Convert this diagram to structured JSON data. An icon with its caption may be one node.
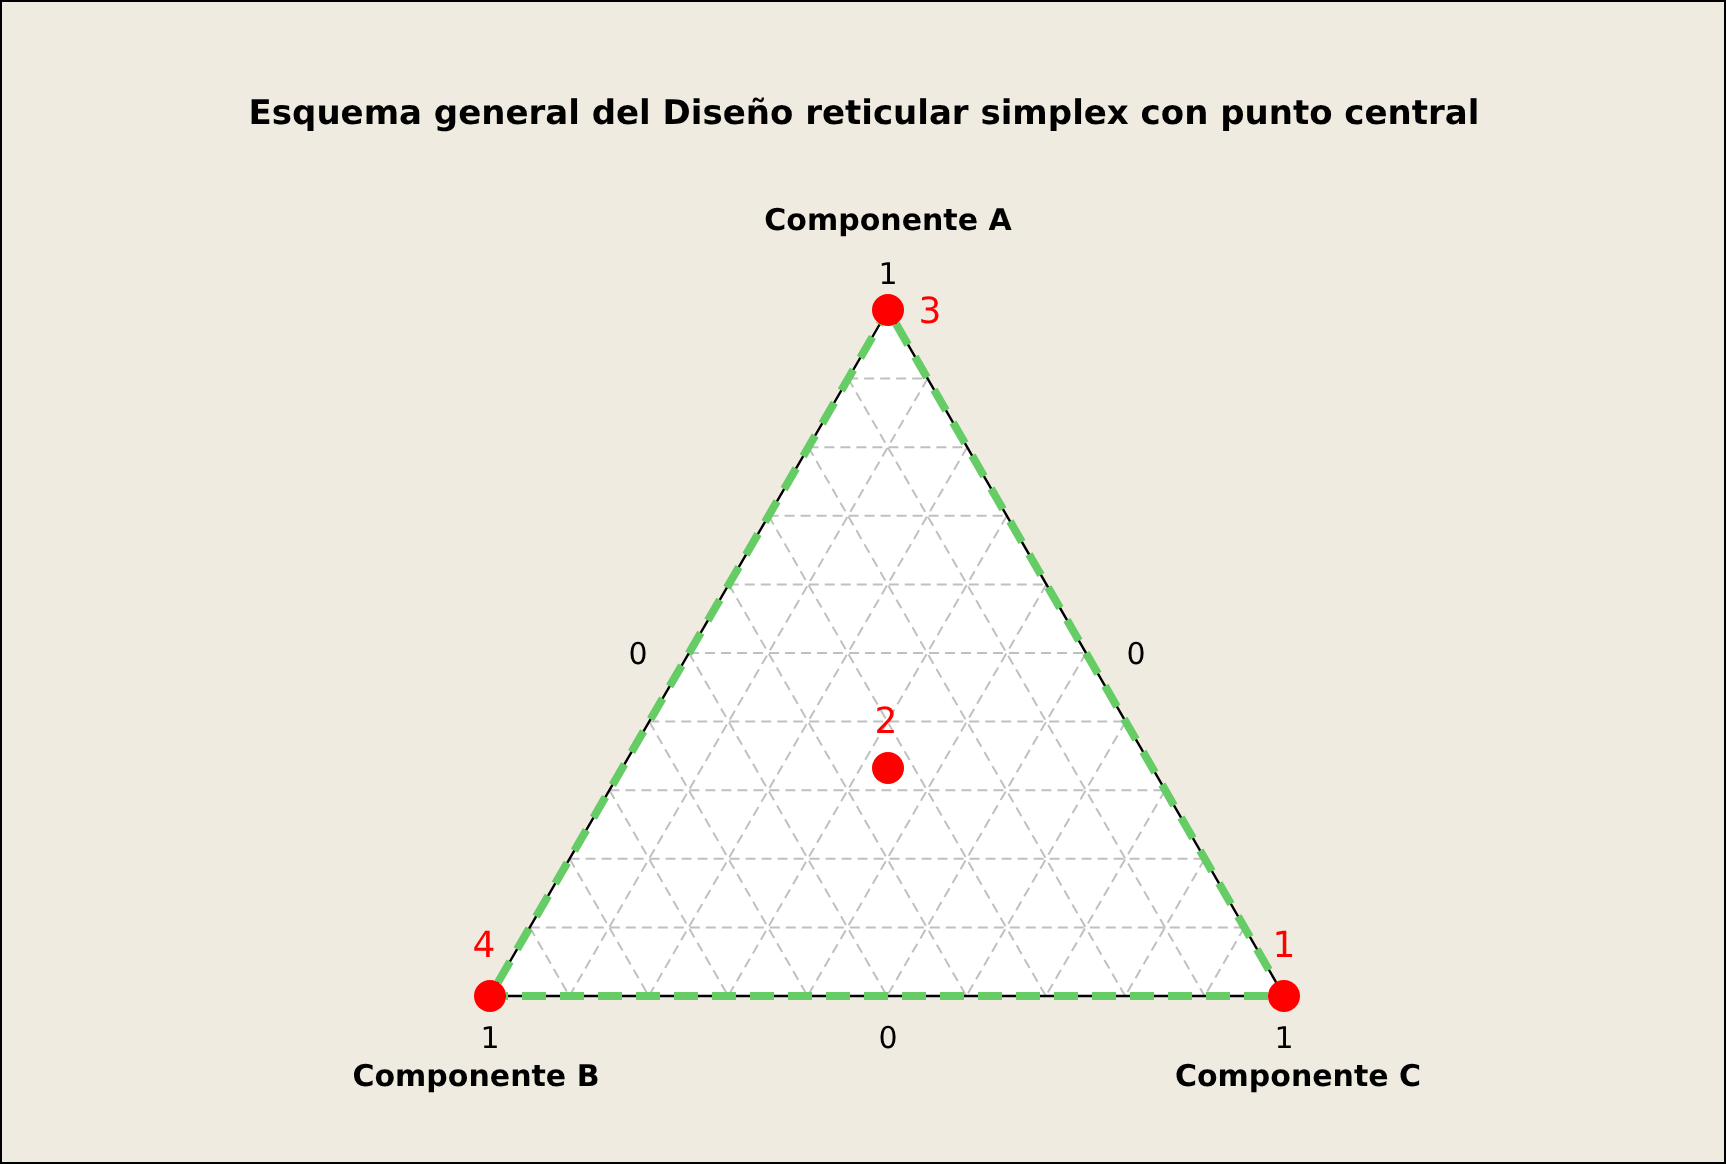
{
  "diagram": {
    "title": "Esquema general del Diseño reticular simplex con punto central",
    "nodes": [
      {
        "text": [],
        "shape": "circle",
        "beside": [
          "3"
        ]
      },
      {
        "text": [],
        "shape": "circle",
        "beside": [
          "2"
        ]
      },
      {
        "text": [],
        "shape": "circle",
        "beside": [
          "4"
        ]
      },
      {
        "text": [],
        "shape": "circle",
        "beside": [
          "1"
        ]
      }
    ],
    "edges": [
      {
        "from": 0,
        "to": 3,
        "arrow": "none",
        "style": "dashed",
        "color": "#66cc66"
      },
      {
        "from": 3,
        "to": 2,
        "arrow": "none",
        "style": "dashed",
        "color": "#66cc66"
      },
      {
        "from": 2,
        "to": 0,
        "arrow": "none",
        "style": "dashed",
        "color": "#66cc66"
      }
    ],
    "labels": [
      "Componente A",
      "1",
      "0",
      "0",
      "1",
      "0",
      "1",
      "Componente B",
      "Componente C"
    ]
  }
}
